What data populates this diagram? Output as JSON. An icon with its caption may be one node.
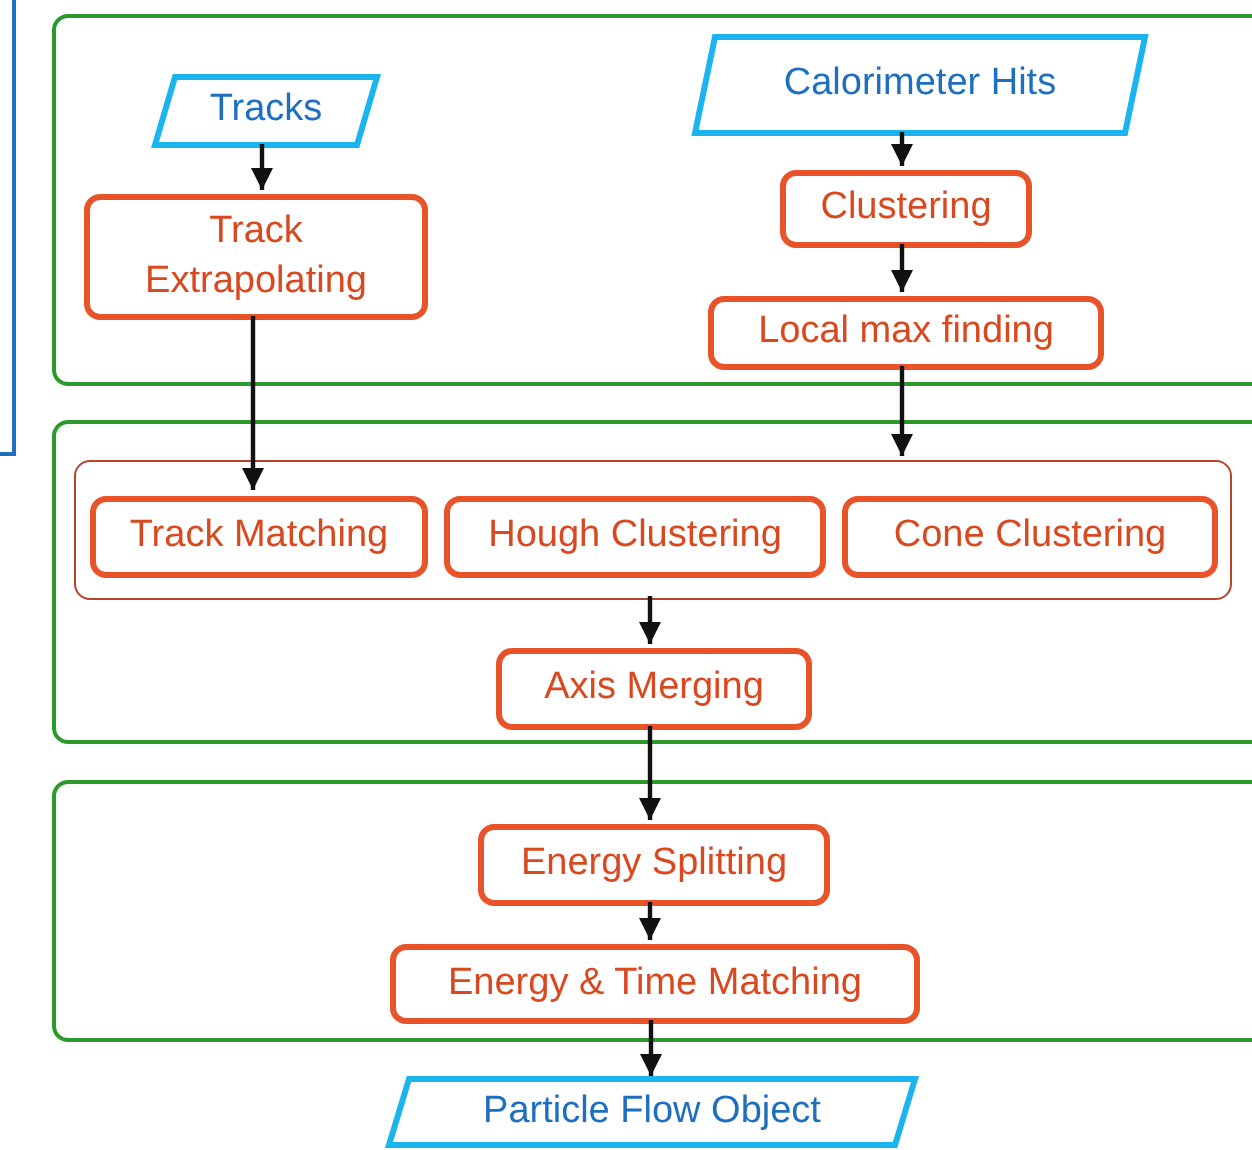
{
  "diagram": {
    "nodes": [
      {
        "text": [],
        "shape": "box"
      },
      {
        "text": [],
        "shape": "box"
      },
      {
        "text": [
          "Tracks"
        ],
        "in": 1
      },
      {
        "text": [
          "Calorimeter Hits"
        ],
        "in": 1
      },
      {
        "text": [
          "Track Extrapolating"
        ],
        "in": 1
      },
      {
        "text": [
          "Clustering"
        ],
        "in": 1
      },
      {
        "text": [
          "Local max finding"
        ],
        "in": 1
      },
      {
        "text": [],
        "shape": "box"
      },
      {
        "text": [],
        "shape": "box",
        "in": 7
      },
      {
        "text": [
          "Track Matching"
        ],
        "in": 8
      },
      {
        "text": [
          "Hough Clustering"
        ],
        "in": 8
      },
      {
        "text": [
          "Cone Clustering"
        ],
        "in": 8
      },
      {
        "text": [
          "Axis Merging"
        ],
        "in": 7
      },
      {
        "text": [],
        "shape": "box"
      },
      {
        "text": [
          "Energy Splitting"
        ],
        "in": 13
      },
      {
        "text": [
          "Energy & Time Matching"
        ],
        "in": 13
      },
      {
        "text": [
          "Particle Flow Object"
        ]
      }
    ],
    "edges": [
      {
        "from": 2,
        "to": 4,
        "arrow": "to"
      },
      {
        "from": 3,
        "to": 5,
        "arrow": "to"
      },
      {
        "from": 5,
        "to": 6,
        "arrow": "to"
      },
      {
        "from": 4,
        "to": 9,
        "arrow": "to"
      },
      {
        "from": 6,
        "to": 8,
        "arrow": "to"
      },
      {
        "from": 8,
        "to": 12,
        "arrow": "to"
      },
      {
        "from": 12,
        "to": 14,
        "arrow": "to"
      },
      {
        "from": 14,
        "to": 15,
        "arrow": "to"
      },
      {
        "from": 15,
        "to": 16,
        "arrow": "to"
      }
    ]
  }
}
